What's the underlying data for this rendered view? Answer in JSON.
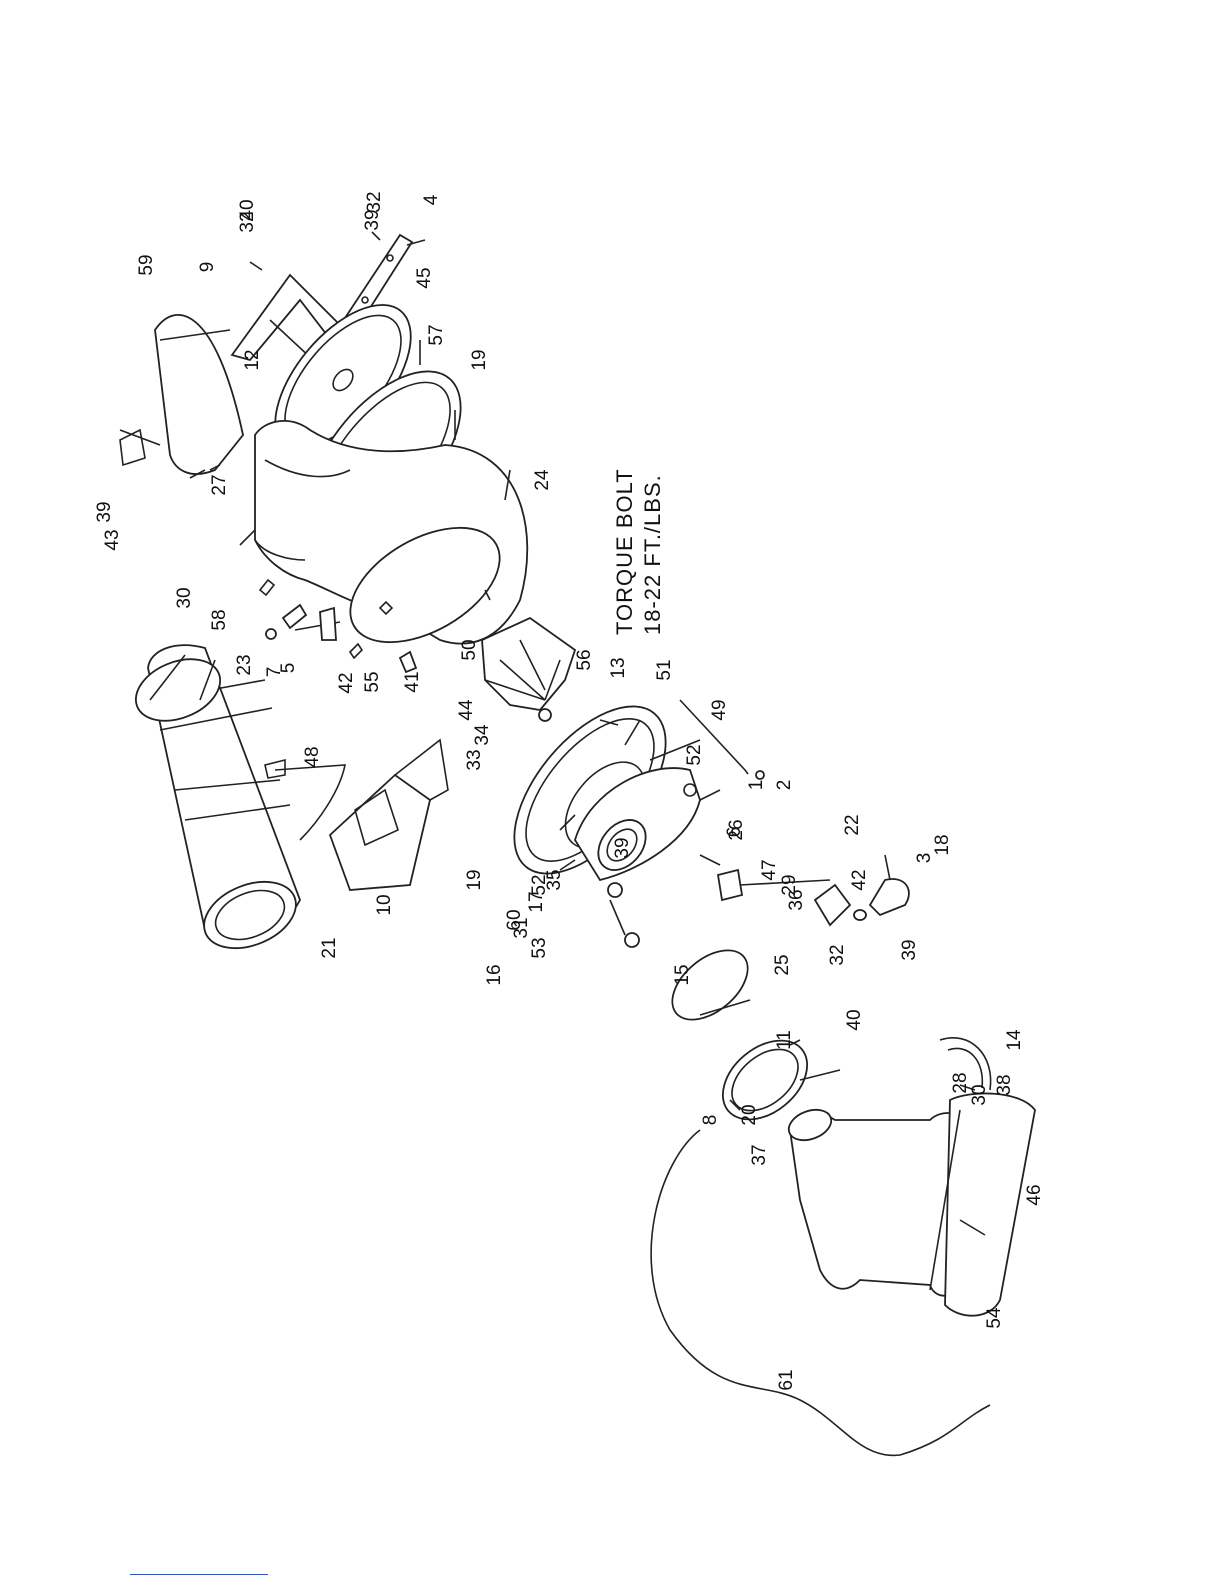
{
  "note": {
    "line1": "TORQUE BOLT",
    "line2": "18-22 FT./LBS."
  },
  "labels": [
    "1",
    "2",
    "3",
    "4",
    "5",
    "6",
    "7",
    "8",
    "9",
    "10",
    "11",
    "12",
    "13",
    "14",
    "15",
    "16",
    "17",
    "18",
    "19",
    "19",
    "20",
    "21",
    "22",
    "23",
    "24",
    "25",
    "26",
    "27",
    "28",
    "29",
    "30",
    "30",
    "31",
    "32",
    "32",
    "32",
    "33",
    "34",
    "35",
    "36",
    "37",
    "38",
    "39",
    "39",
    "39",
    "39",
    "40",
    "40",
    "41",
    "42",
    "42",
    "43",
    "44",
    "45",
    "46",
    "47",
    "48",
    "49",
    "50",
    "51",
    "52",
    "52",
    "53",
    "54",
    "55",
    "56",
    "57",
    "58",
    "59",
    "60",
    "61"
  ]
}
